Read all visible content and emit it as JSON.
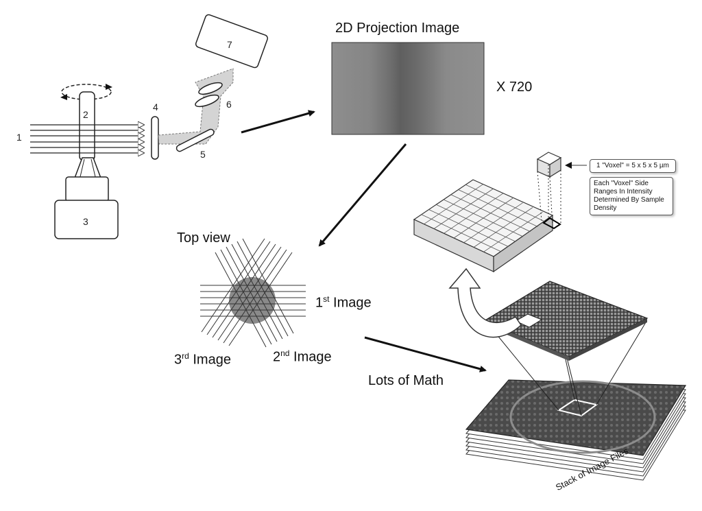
{
  "apparatus": {
    "labels": [
      "1",
      "2",
      "3",
      "4",
      "5",
      "6",
      "7"
    ]
  },
  "projection": {
    "title": "2D Projection Image",
    "multiplier": "X 720"
  },
  "topview": {
    "title": "Top view",
    "img1": {
      "num": "1",
      "sup": "st",
      "word": "Image"
    },
    "img2": {
      "num": "2",
      "sup": "nd",
      "word": "Image"
    },
    "img3": {
      "num": "3",
      "sup": "rd",
      "word": "Image"
    }
  },
  "process": {
    "label": "Lots of Math"
  },
  "voxel": {
    "definition": "1 \"Voxel\" = 5 x 5 x 5 µm",
    "note_lines": [
      "Each \"Voxel\" Side",
      "Ranges In Intensity",
      "Determined By Sample",
      "Density"
    ]
  },
  "stack": {
    "label": "Stack of Image Files"
  }
}
